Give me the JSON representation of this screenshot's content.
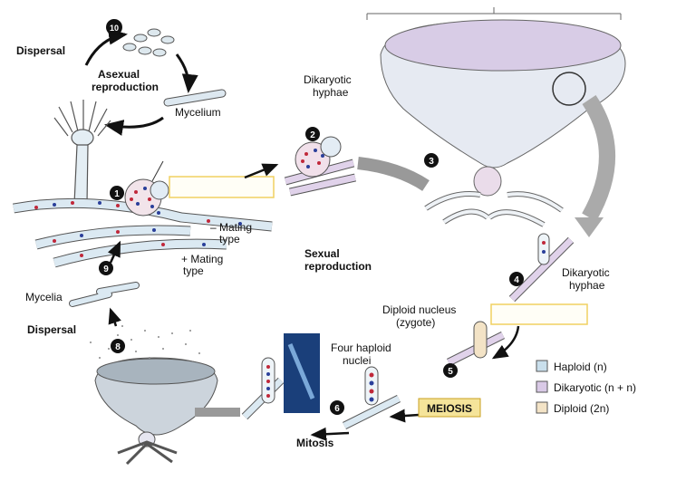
{
  "labels": {
    "dispersal_top": "Dispersal",
    "asexual": "Asexual",
    "reproduction": "reproduction",
    "mycelium": "Mycelium",
    "minus_mating": "– Mating",
    "plus_mating": "+ Mating",
    "type": "type",
    "dikaryotic_hyphae_1": "Dikaryotic",
    "hyphae": "hyphae",
    "sexual": "Sexual",
    "sexual_reproduction": "reproduction",
    "dikaryotic_hyphae_2": "Dikaryotic",
    "diploid_nucleus": "Diploid nucleus",
    "zygote": "(zygote)",
    "four_haploid": "Four haploid",
    "nuclei": "nuclei",
    "meiosis": "MEIOSIS",
    "mitosis": "Mitosis",
    "mycelia": "Mycelia",
    "dispersal_bottom": "Dispersal"
  },
  "steps": [
    "1",
    "2",
    "3",
    "4",
    "5",
    "6",
    "8",
    "9",
    "10"
  ],
  "legend": [
    {
      "label": "Haploid (n)",
      "color": "#c9dfec"
    },
    {
      "label": "Dikaryotic (n + n)",
      "color": "#d9c9e6"
    },
    {
      "label": "Diploid (2n)",
      "color": "#f3e3c6"
    }
  ],
  "colors": {
    "hypha": "#d8e8f2",
    "dikaryon": "#e0d2ea",
    "answer_box": "#f0d060",
    "meiosis_box": "#f5e49a",
    "red_nucleus": "#c0283a",
    "blue_nucleus": "#2a3f9a"
  }
}
